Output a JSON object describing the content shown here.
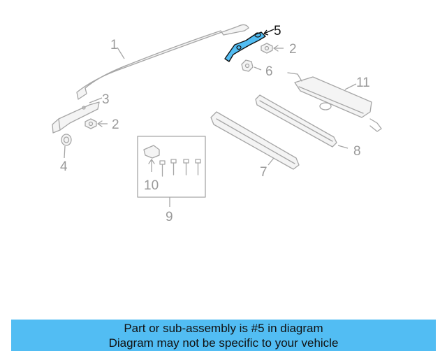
{
  "diagram": {
    "callouts": {
      "c1": "1",
      "c2a": "2",
      "c2b": "2",
      "c3": "3",
      "c4": "4",
      "c5": "5",
      "c6": "6",
      "c7": "7",
      "c8": "8",
      "c9": "9",
      "c10": "10",
      "c11": "11"
    },
    "highlighted_part": "5",
    "colors": {
      "outline": "#a6a6a6",
      "highlight": "#52bdf3",
      "banner": "#52bdf3"
    }
  },
  "banner": {
    "line1": "Part or sub-assembly is #5 in diagram",
    "line2": "Diagram may not be specific to your vehicle"
  }
}
